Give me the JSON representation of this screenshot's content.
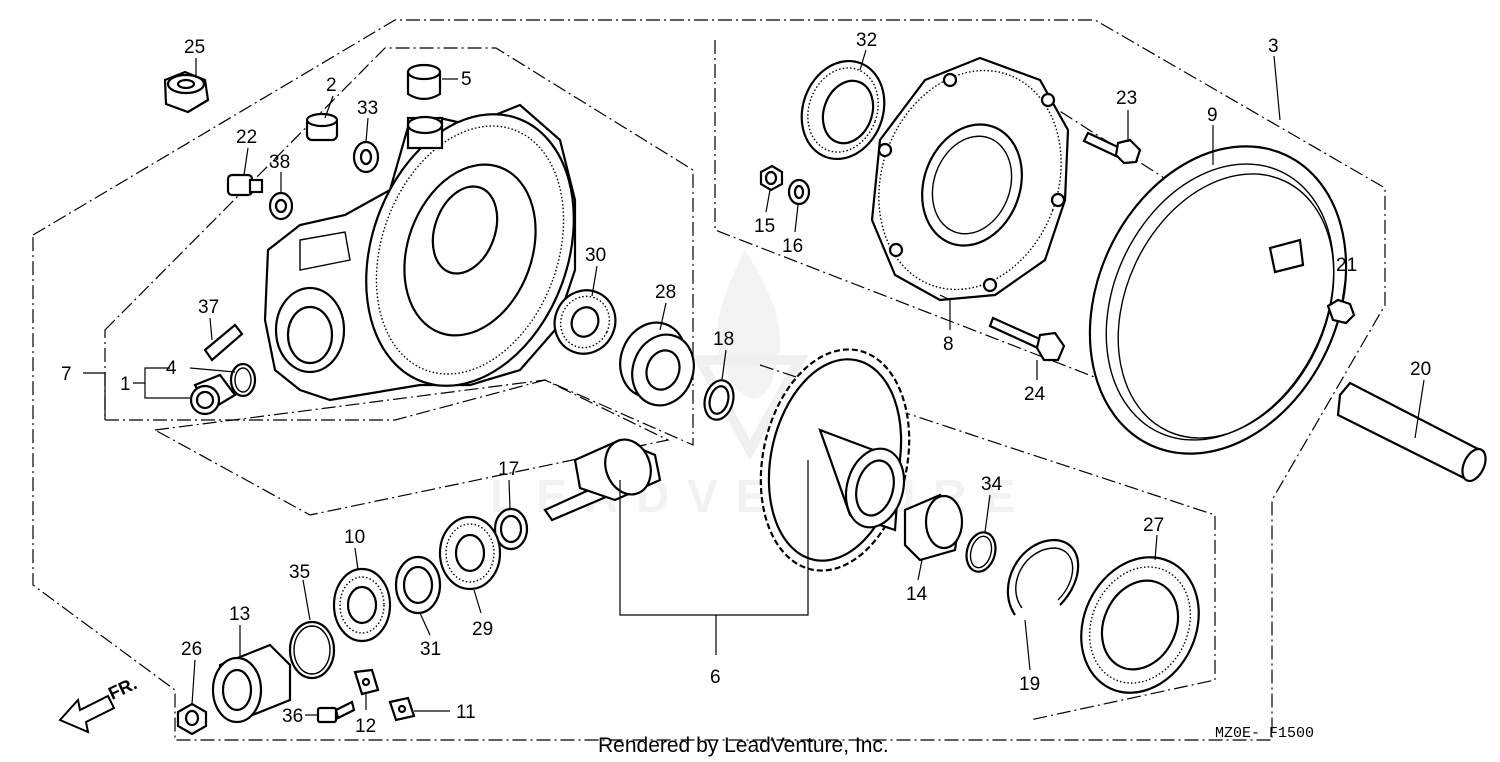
{
  "diagram": {
    "credit": "Rendered by LeadVenture, Inc.",
    "code": "MZ0E- F1500",
    "front_indicator": "FR.",
    "watermark": "LEADVENTURE"
  },
  "callouts": {
    "p1": "1",
    "p2": "2",
    "p3": "3",
    "p4": "4",
    "p5": "5",
    "p6": "6",
    "p7": "7",
    "p8": "8",
    "p9": "9",
    "p10": "10",
    "p11": "11",
    "p12": "12",
    "p13": "13",
    "p14": "14",
    "p15": "15",
    "p16": "16",
    "p17": "17",
    "p18": "18",
    "p19": "19",
    "p20": "20",
    "p21": "21",
    "p22": "22",
    "p23": "23",
    "p24": "24",
    "p25": "25",
    "p26": "26",
    "p27": "27",
    "p28": "28",
    "p29": "29",
    "p30": "30",
    "p31": "31",
    "p32": "32",
    "p33": "33",
    "p34": "34",
    "p35": "35",
    "p36": "36",
    "p37": "37",
    "p38": "38"
  }
}
